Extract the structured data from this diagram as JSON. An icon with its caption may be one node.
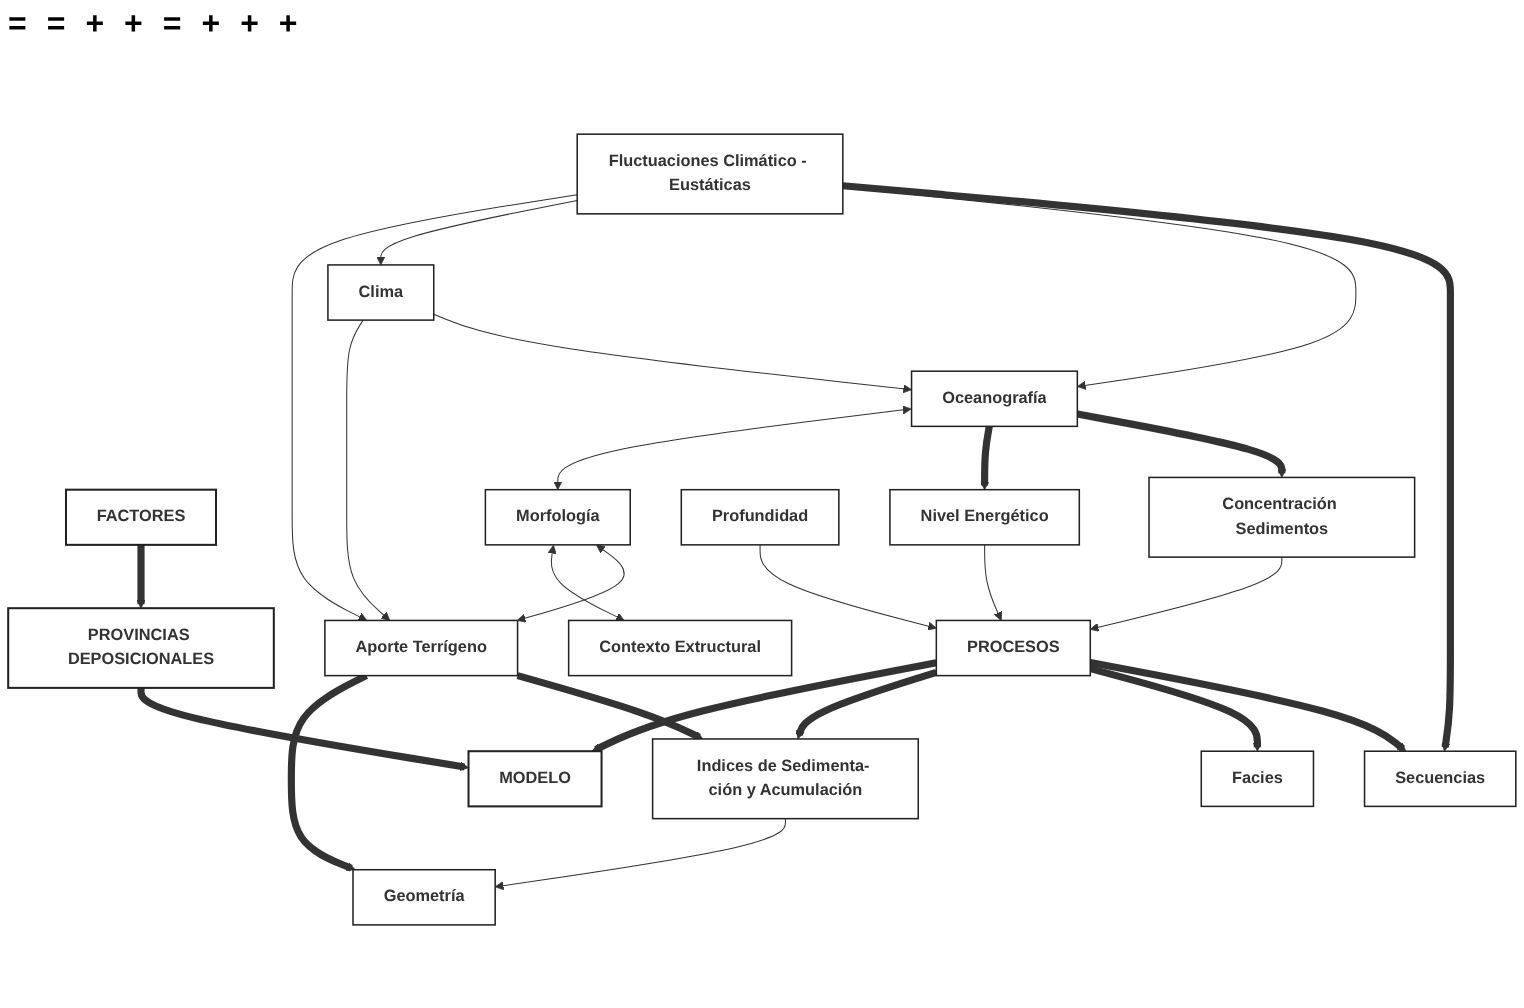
{
  "diagram": {
    "nodes": [
      {
        "text": [
          "FACTORES"
        ]
      },
      {
        "text": [
          "PROVINCIAS DEPOSICIONALES"
        ]
      },
      {
        "text": [
          "MODELO"
        ]
      },
      {
        "text": [
          "Morfología"
        ]
      },
      {
        "text": [
          "Contexto Extructural"
        ]
      },
      {
        "text": [
          "Aporte Terrígeno"
        ]
      },
      {
        "text": [
          "Clima"
        ]
      },
      {
        "text": [
          "Oceanografía"
        ]
      },
      {
        "text": [
          "Fluctuaciones Climático - Eustáticas"
        ]
      },
      {
        "text": [
          "Nivel Energético"
        ]
      },
      {
        "text": [
          "Concentración Sedimentos"
        ]
      },
      {
        "text": [
          "Profundidad"
        ]
      },
      {
        "text": [
          "PROCESOS"
        ]
      },
      {
        "text": [
          "Geometría"
        ]
      },
      {
        "text": [
          "Indices de Sedimenta- ción y Acumulación"
        ]
      },
      {
        "text": [
          "Facies"
        ]
      },
      {
        "text": [
          "Secuencias"
        ]
      }
    ],
    "edges": [
      {
        "from": 0,
        "to": 1,
        "arrow": "to",
        "style": "thick"
      },
      {
        "from": 1,
        "to": 2,
        "arrow": "to",
        "style": "thick"
      },
      {
        "from": 3,
        "to": 4,
        "arrow": "both"
      },
      {
        "from": 7,
        "to": 3,
        "arrow": "both"
      },
      {
        "from": 3,
        "to": 5,
        "arrow": "both"
      },
      {
        "from": 6,
        "to": 5,
        "arrow": "to"
      },
      {
        "from": 6,
        "to": 7,
        "arrow": "to"
      },
      {
        "from": 8,
        "to": 5,
        "arrow": "to"
      },
      {
        "from": 8,
        "to": 6,
        "arrow": "to"
      },
      {
        "from": 8,
        "to": 7,
        "arrow": "to"
      },
      {
        "from": 7,
        "to": 9,
        "arrow": "to",
        "style": "thick"
      },
      {
        "from": 7,
        "to": 10,
        "arrow": "to",
        "style": "thick"
      },
      {
        "from": 8,
        "to": 16,
        "arrow": "to",
        "style": "thick"
      },
      {
        "from": 5,
        "to": 13,
        "arrow": "to",
        "style": "thick"
      },
      {
        "from": 5,
        "to": 14,
        "arrow": "to",
        "style": "thick"
      },
      {
        "from": 9,
        "to": 12,
        "arrow": "to"
      },
      {
        "from": 10,
        "to": 12,
        "arrow": "to"
      },
      {
        "from": 11,
        "to": 12,
        "arrow": "to"
      },
      {
        "from": 12,
        "to": 2,
        "arrow": "to",
        "style": "thick"
      },
      {
        "from": 12,
        "to": 14,
        "arrow": "to",
        "style": "thick"
      },
      {
        "from": 12,
        "to": 15,
        "arrow": "to",
        "style": "thick"
      },
      {
        "from": 12,
        "to": 16,
        "arrow": "to",
        "style": "thick"
      },
      {
        "from": 14,
        "to": 13,
        "arrow": "to"
      }
    ],
    "labels": [
      "=",
      "=",
      "+",
      "+",
      "=",
      "+",
      "+",
      "+"
    ]
  }
}
